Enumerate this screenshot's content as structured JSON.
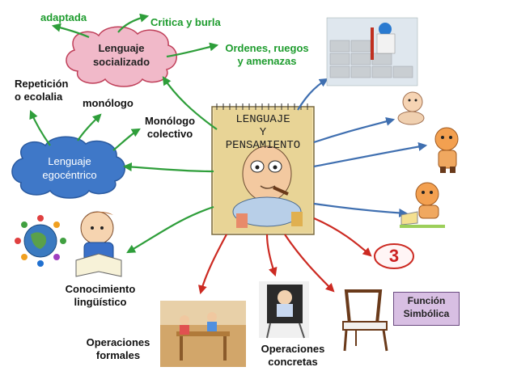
{
  "center": {
    "title": "LENGUAJE\nY\nPENSAMIENTO"
  },
  "clouds": {
    "socializado": "Lenguaje\nsocializado",
    "egocentrico": "Lenguaje\negocéntrico"
  },
  "labels": {
    "adaptada": "adaptada",
    "critica": "Critica y burla",
    "ordenes": "Ordenes, ruegos\ny amenazas",
    "repeticion": "Repetición\no ecolalia",
    "monologo": "monólogo",
    "monologo_colectivo": "Monólogo\ncolectivo",
    "conocimiento": "Conocimiento\nlingüístico",
    "op_formales": "Operaciones\nformales",
    "op_concretas": "Operaciones\nconcretas",
    "funcion": "Función\nSimbólica",
    "three": "3"
  },
  "colors": {
    "green_arrow": "#2e9e3a",
    "blue_arrow": "#3f6fb0",
    "red_arrow": "#cc2a22",
    "cloud_pink": "#f0b8c8",
    "cloud_blue": "#3f78c8",
    "label_green": "#1e9c2e"
  }
}
